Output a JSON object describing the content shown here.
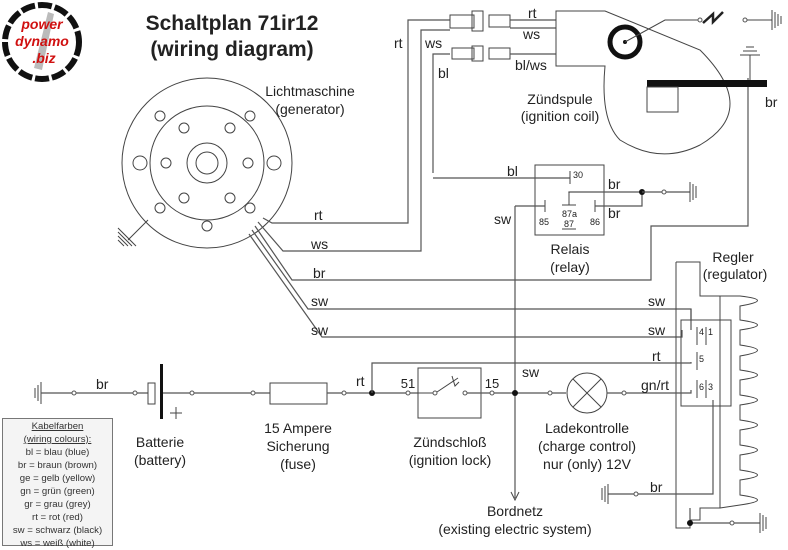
{
  "logo": {
    "line1": "power",
    "line2": "dynamo",
    "line3": ".biz",
    "color": "#d01010"
  },
  "title": {
    "line1": "Schaltplan 71ir12",
    "line2": "(wiring diagram)"
  },
  "components": {
    "generator": {
      "de": "Lichtmaschine",
      "en": "(generator)"
    },
    "ignition_coil": {
      "de": "Zündspule",
      "en": "(ignition coil)"
    },
    "relay": {
      "de": "Relais",
      "en": "(relay)",
      "pins": {
        "p30": "30",
        "p85": "85",
        "p87a": "87a",
        "p87": "87",
        "p86": "86"
      }
    },
    "regulator": {
      "de": "Regler",
      "en": "(regulator)",
      "pins": {
        "p1": "1",
        "p3": "3",
        "p4": "4",
        "p5": "5",
        "p6": "6"
      }
    },
    "battery": {
      "de": "Batterie",
      "en": "(battery)",
      "plus": "+"
    },
    "fuse": {
      "line1": "15 Ampere",
      "line2": "Sicherung",
      "line3": "(fuse)"
    },
    "ignition_lock": {
      "de": "Zündschloß",
      "en": "(ignition lock)",
      "pin_in": "51",
      "pin_out": "15"
    },
    "charge_control": {
      "de": "Ladekontrolle",
      "en": "(charge control)",
      "note": "nur (only) 12V"
    },
    "bordnetz": {
      "de": "Bordnetz",
      "en": "(existing electric system)"
    }
  },
  "wire_labels": {
    "top_rt": "rt",
    "top_ws": "ws",
    "top_bl": "bl",
    "coil_rt": "rt",
    "coil_ws": "ws",
    "coil_blws": "bl/ws",
    "coil_br": "br",
    "relay_bl": "bl",
    "relay_sw": "sw",
    "relay_br1": "br",
    "relay_br2": "br",
    "gen_rt": "rt",
    "gen_ws": "ws",
    "gen_br": "br",
    "gen_sw1": "sw",
    "gen_sw2": "sw",
    "reg_sw1": "sw",
    "reg_sw2": "sw",
    "reg_rt": "rt",
    "reg_gnrt": "gn/rt",
    "batt_br": "br",
    "main_rt": "rt",
    "main_sw": "sw",
    "ground_br": "br"
  },
  "legend": {
    "title": "Kabelfarben",
    "subtitle": "(wiring colours):",
    "items": [
      "bl = blau (blue)",
      "br = braun (brown)",
      "ge = gelb (yellow)",
      "gn = grün (green)",
      "gr = grau (grey)",
      "rt = rot (red)",
      "sw = schwarz (black)",
      "ws = weiß (white)"
    ]
  }
}
